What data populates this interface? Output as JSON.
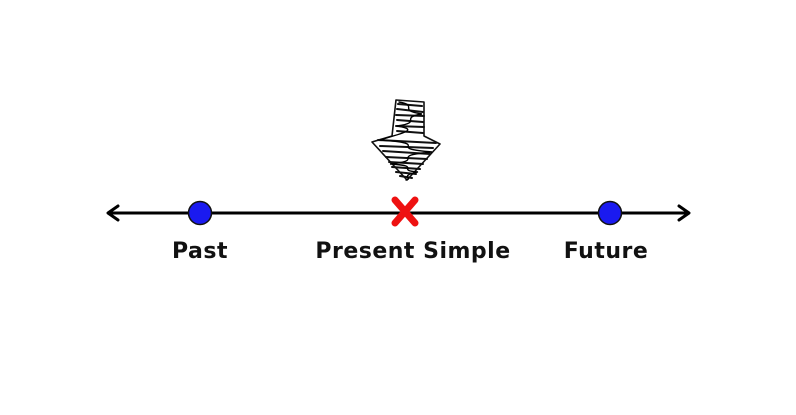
{
  "timeline": {
    "past_label": "Past",
    "present_label": "Present Simple",
    "future_label": "Future"
  },
  "colors": {
    "line": "#000000",
    "point": "#1a1af0",
    "marker": "#ee1111",
    "arrow": "#111111"
  }
}
